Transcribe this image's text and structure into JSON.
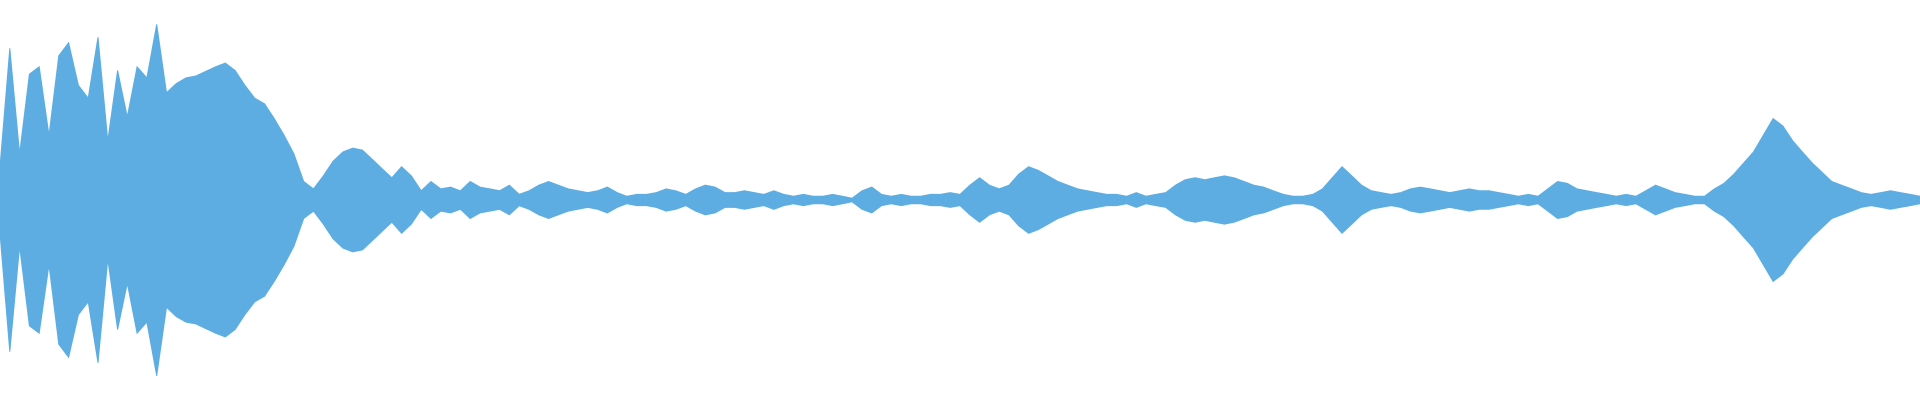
{
  "waveform": {
    "color": "#5DADE2",
    "envelope_points": [
      [
        0,
        0.18
      ],
      [
        1,
        0.82
      ],
      [
        2,
        0.25
      ],
      [
        3,
        0.68
      ],
      [
        4,
        0.72
      ],
      [
        5,
        0.35
      ],
      [
        6,
        0.78
      ],
      [
        7,
        0.85
      ],
      [
        8,
        0.62
      ],
      [
        9,
        0.55
      ],
      [
        10,
        0.88
      ],
      [
        11,
        0.32
      ],
      [
        12,
        0.7
      ],
      [
        13,
        0.45
      ],
      [
        14,
        0.72
      ],
      [
        15,
        0.66
      ],
      [
        16,
        0.95
      ],
      [
        17,
        0.58
      ],
      [
        18,
        0.63
      ],
      [
        19,
        0.66
      ],
      [
        20,
        0.67
      ],
      [
        22,
        0.72
      ],
      [
        23,
        0.74
      ],
      [
        24,
        0.7
      ],
      [
        25,
        0.62
      ],
      [
        26,
        0.55
      ],
      [
        27,
        0.52
      ],
      [
        28,
        0.44
      ],
      [
        29,
        0.35
      ],
      [
        30,
        0.25
      ],
      [
        31,
        0.1
      ],
      [
        32,
        0.06
      ],
      [
        33,
        0.13
      ],
      [
        34,
        0.21
      ],
      [
        35,
        0.26
      ],
      [
        36,
        0.28
      ],
      [
        37,
        0.27
      ],
      [
        38,
        0.22
      ],
      [
        39,
        0.17
      ],
      [
        40,
        0.12
      ],
      [
        41,
        0.18
      ],
      [
        42,
        0.13
      ],
      [
        43,
        0.05
      ],
      [
        44,
        0.1
      ],
      [
        45,
        0.06
      ],
      [
        46,
        0.07
      ],
      [
        47,
        0.05
      ],
      [
        48,
        0.1
      ],
      [
        49,
        0.07
      ],
      [
        50,
        0.06
      ],
      [
        51,
        0.05
      ],
      [
        52,
        0.08
      ],
      [
        53,
        0.03
      ],
      [
        54,
        0.05
      ],
      [
        55,
        0.08
      ],
      [
        56,
        0.1
      ],
      [
        57,
        0.08
      ],
      [
        58,
        0.06
      ],
      [
        59,
        0.05
      ],
      [
        60,
        0.04
      ],
      [
        61,
        0.05
      ],
      [
        62,
        0.07
      ],
      [
        63,
        0.04
      ],
      [
        64,
        0.02
      ],
      [
        65,
        0.03
      ],
      [
        66,
        0.03
      ],
      [
        67,
        0.04
      ],
      [
        68,
        0.06
      ],
      [
        69,
        0.05
      ],
      [
        70,
        0.03
      ],
      [
        71,
        0.06
      ],
      [
        72,
        0.08
      ],
      [
        73,
        0.07
      ],
      [
        74,
        0.04
      ],
      [
        75,
        0.04
      ],
      [
        76,
        0.05
      ],
      [
        77,
        0.04
      ],
      [
        78,
        0.03
      ],
      [
        79,
        0.05
      ],
      [
        80,
        0.03
      ],
      [
        81,
        0.02
      ],
      [
        82,
        0.03
      ],
      [
        83,
        0.02
      ],
      [
        84,
        0.02
      ],
      [
        85,
        0.03
      ],
      [
        86,
        0.02
      ],
      [
        87,
        0.01
      ],
      [
        88,
        0.05
      ],
      [
        89,
        0.07
      ],
      [
        90,
        0.03
      ],
      [
        91,
        0.02
      ],
      [
        92,
        0.03
      ],
      [
        93,
        0.02
      ],
      [
        94,
        0.02
      ],
      [
        95,
        0.03
      ],
      [
        96,
        0.03
      ],
      [
        97,
        0.04
      ],
      [
        98,
        0.03
      ],
      [
        99,
        0.08
      ],
      [
        100,
        0.12
      ],
      [
        101,
        0.08
      ],
      [
        102,
        0.06
      ],
      [
        103,
        0.08
      ],
      [
        104,
        0.14
      ],
      [
        105,
        0.18
      ],
      [
        106,
        0.16
      ],
      [
        107,
        0.13
      ],
      [
        108,
        0.1
      ],
      [
        109,
        0.08
      ],
      [
        110,
        0.06
      ],
      [
        111,
        0.05
      ],
      [
        112,
        0.04
      ],
      [
        113,
        0.03
      ],
      [
        114,
        0.03
      ],
      [
        115,
        0.02
      ],
      [
        116,
        0.04
      ],
      [
        117,
        0.02
      ],
      [
        118,
        0.03
      ],
      [
        119,
        0.04
      ],
      [
        120,
        0.08
      ],
      [
        121,
        0.11
      ],
      [
        122,
        0.12
      ],
      [
        123,
        0.11
      ],
      [
        124,
        0.12
      ],
      [
        125,
        0.13
      ],
      [
        126,
        0.12
      ],
      [
        127,
        0.1
      ],
      [
        128,
        0.08
      ],
      [
        129,
        0.07
      ],
      [
        130,
        0.05
      ],
      [
        131,
        0.03
      ],
      [
        132,
        0.02
      ],
      [
        133,
        0.02
      ],
      [
        134,
        0.03
      ],
      [
        135,
        0.06
      ],
      [
        136,
        0.12
      ],
      [
        137,
        0.18
      ],
      [
        138,
        0.13
      ],
      [
        139,
        0.08
      ],
      [
        140,
        0.05
      ],
      [
        141,
        0.04
      ],
      [
        142,
        0.03
      ],
      [
        143,
        0.04
      ],
      [
        144,
        0.06
      ],
      [
        145,
        0.07
      ],
      [
        146,
        0.06
      ],
      [
        147,
        0.05
      ],
      [
        148,
        0.04
      ],
      [
        149,
        0.05
      ],
      [
        150,
        0.06
      ],
      [
        151,
        0.05
      ],
      [
        152,
        0.05
      ],
      [
        153,
        0.04
      ],
      [
        154,
        0.03
      ],
      [
        155,
        0.02
      ],
      [
        156,
        0.03
      ],
      [
        157,
        0.02
      ],
      [
        158,
        0.06
      ],
      [
        159,
        0.1
      ],
      [
        160,
        0.09
      ],
      [
        161,
        0.06
      ],
      [
        162,
        0.05
      ],
      [
        163,
        0.04
      ],
      [
        164,
        0.03
      ],
      [
        165,
        0.02
      ],
      [
        166,
        0.03
      ],
      [
        167,
        0.02
      ],
      [
        168,
        0.05
      ],
      [
        169,
        0.08
      ],
      [
        170,
        0.06
      ],
      [
        171,
        0.04
      ],
      [
        172,
        0.03
      ],
      [
        173,
        0.02
      ],
      [
        174,
        0.02
      ],
      [
        175,
        0.06
      ],
      [
        176,
        0.09
      ],
      [
        177,
        0.14
      ],
      [
        178,
        0.2
      ],
      [
        179,
        0.26
      ],
      [
        180,
        0.35
      ],
      [
        181,
        0.44
      ],
      [
        182,
        0.4
      ],
      [
        183,
        0.32
      ],
      [
        184,
        0.26
      ],
      [
        185,
        0.2
      ],
      [
        186,
        0.15
      ],
      [
        187,
        0.1
      ],
      [
        188,
        0.08
      ],
      [
        189,
        0.06
      ],
      [
        190,
        0.04
      ],
      [
        191,
        0.03
      ],
      [
        192,
        0.04
      ],
      [
        193,
        0.05
      ],
      [
        194,
        0.04
      ],
      [
        195,
        0.03
      ],
      [
        196,
        0.02
      ]
    ]
  }
}
